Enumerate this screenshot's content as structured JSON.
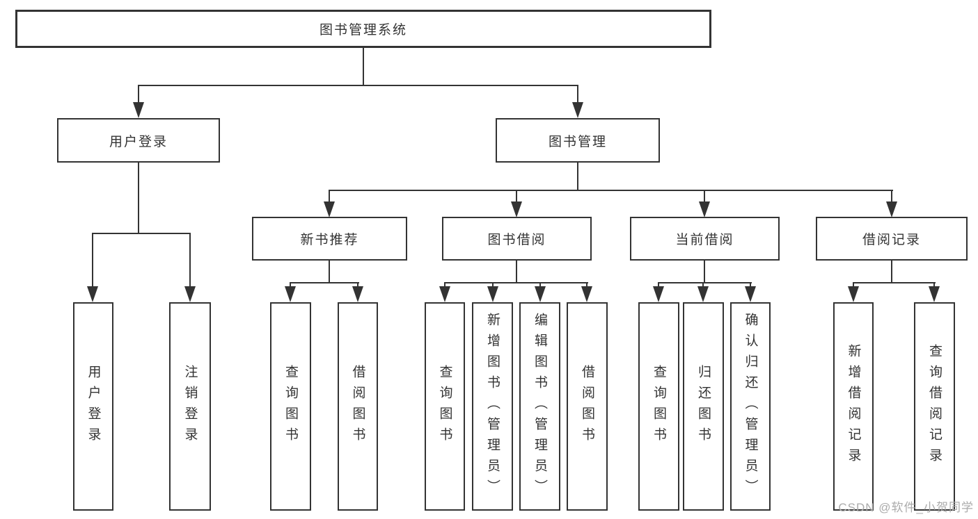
{
  "diagram": {
    "root": {
      "label": "图书管理系统"
    },
    "level2": [
      {
        "label": "用户登录"
      },
      {
        "label": "图书管理"
      }
    ],
    "level3": [
      {
        "label": "新书推荐"
      },
      {
        "label": "图书借阅"
      },
      {
        "label": "当前借阅"
      },
      {
        "label": "借阅记录"
      }
    ],
    "leaves": [
      {
        "label": "用户登录"
      },
      {
        "label": "注销登录"
      },
      {
        "label": "查询图书"
      },
      {
        "label": "借阅图书"
      },
      {
        "label": "查询图书"
      },
      {
        "label": "新增图书（管理员）"
      },
      {
        "label": "编辑图书（管理员）"
      },
      {
        "label": "借阅图书"
      },
      {
        "label": "查询图书"
      },
      {
        "label": "归还图书"
      },
      {
        "label": "确认归还（管理员）"
      },
      {
        "label": "新增借阅记录"
      },
      {
        "label": "查询借阅记录"
      }
    ],
    "watermark": "CSDN @软件_小贺同学",
    "colors": {
      "line": "#333333",
      "text": "#333333",
      "watermark": "#ababab",
      "background": "#ffffff"
    }
  }
}
